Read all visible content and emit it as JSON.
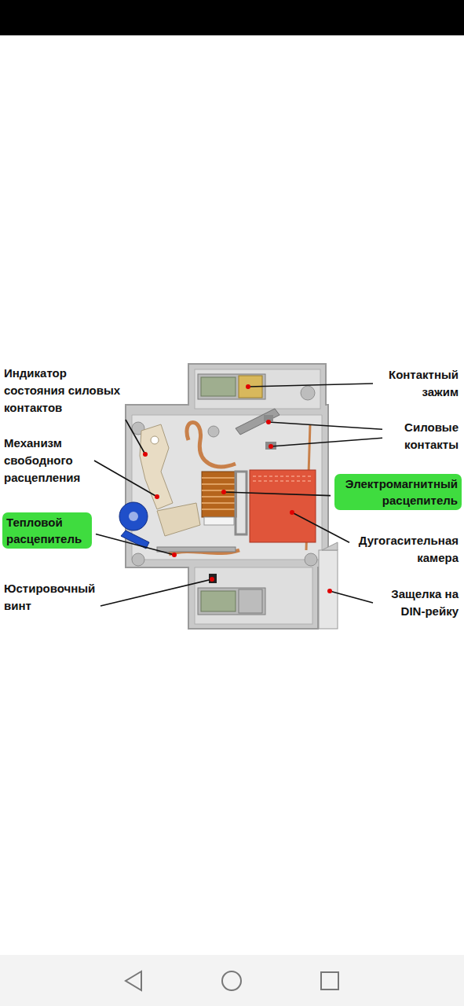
{
  "diagram": {
    "nodes": [
      {
        "text": [
          "Электромагнитный расцепитель"
        ]
      },
      {
        "text": [
          "Тепловой расцепитель"
        ]
      }
    ],
    "labels": [
      "Индикатор состояния силовых контактов",
      "Механизм свободного расцепления",
      "Юстировочный винт",
      "Контактный зажим",
      "Силовые контакты",
      "Дугогасительная камера",
      "Защелка на DIN-рейку"
    ]
  }
}
